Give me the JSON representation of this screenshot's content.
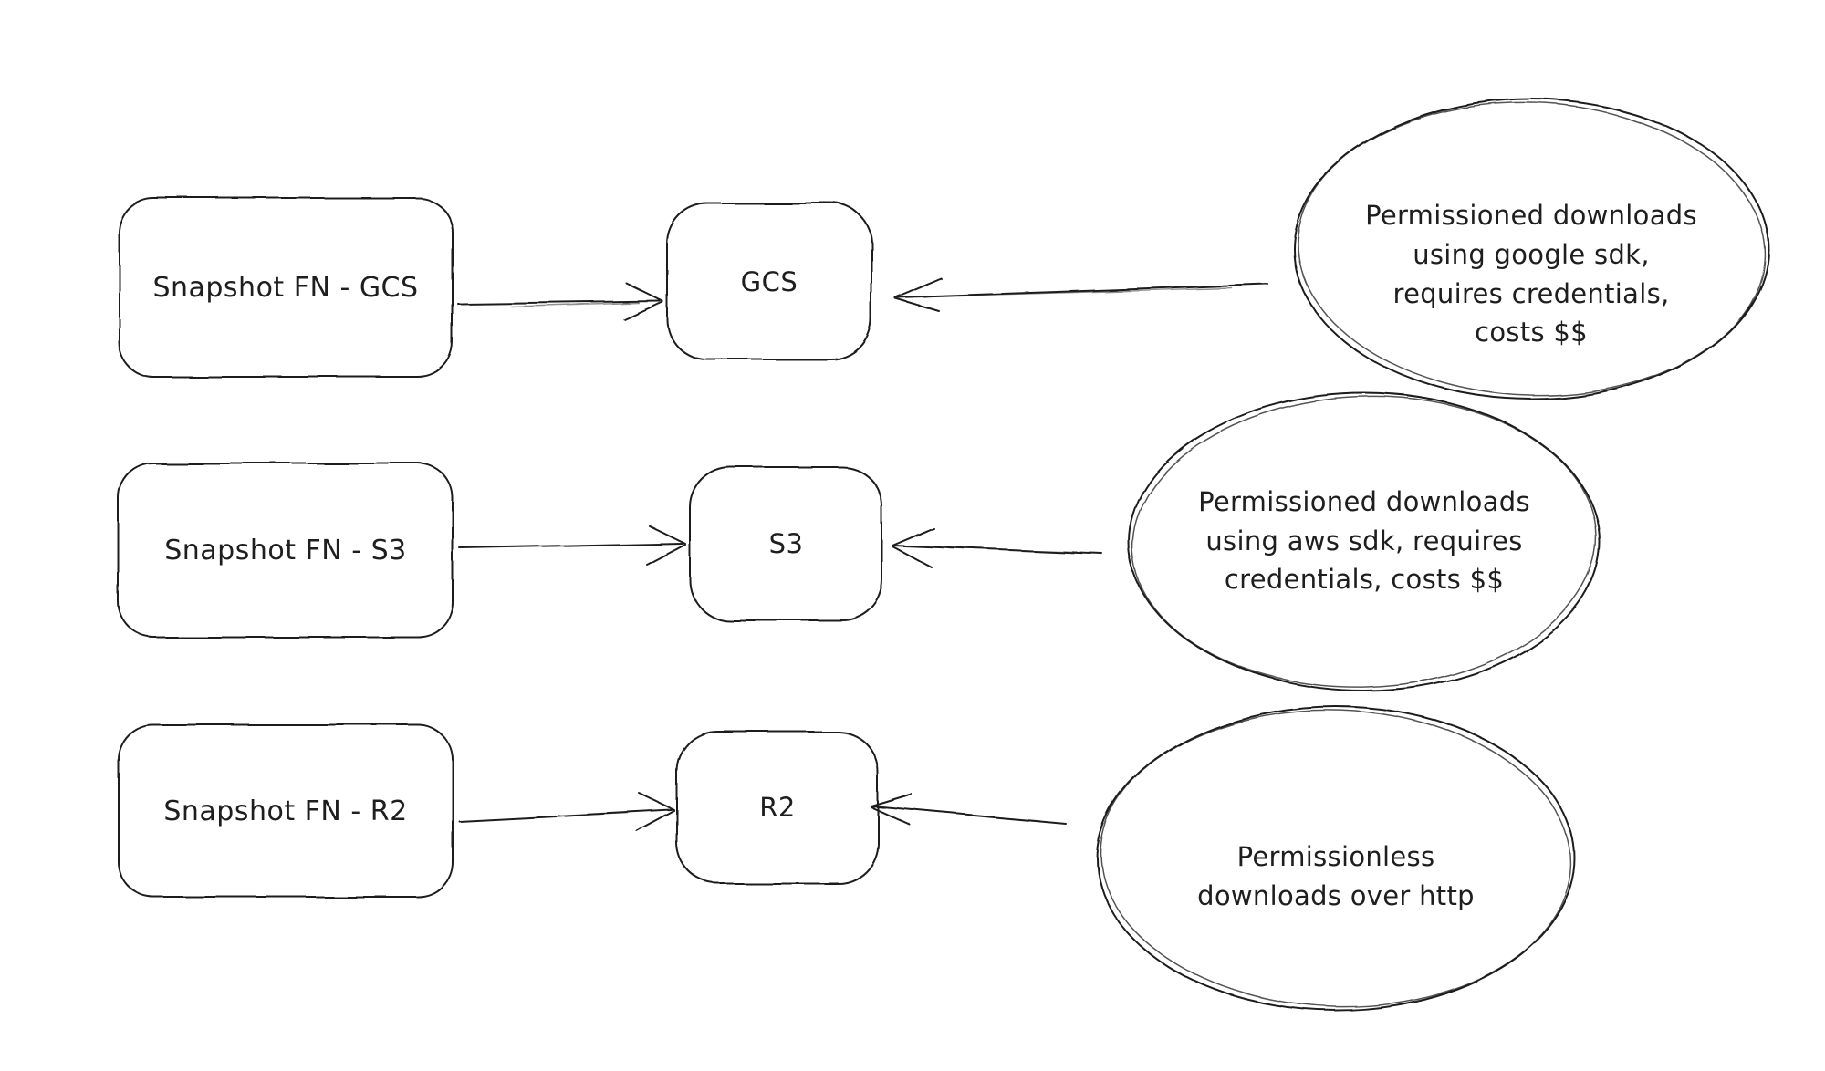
{
  "canvas": {
    "background": "#ffffff",
    "stroke_color": "#1e1e1e",
    "style": "hand-drawn"
  },
  "rows": [
    {
      "source": {
        "label": "Snapshot FN - GCS"
      },
      "target": {
        "label": "GCS"
      },
      "note": {
        "text": "Permissioned downloads\nusing google sdk,\nrequires credentials,\ncosts $$"
      },
      "edges": [
        {
          "from": "Snapshot FN - GCS",
          "to": "GCS"
        },
        {
          "from": "note",
          "to": "GCS"
        }
      ]
    },
    {
      "source": {
        "label": "Snapshot FN - S3"
      },
      "target": {
        "label": "S3"
      },
      "note": {
        "text": "Permissioned downloads\nusing aws sdk, requires\ncredentials, costs $$"
      },
      "edges": [
        {
          "from": "Snapshot FN - S3",
          "to": "S3"
        },
        {
          "from": "note",
          "to": "S3"
        }
      ]
    },
    {
      "source": {
        "label": "Snapshot FN - R2"
      },
      "target": {
        "label": "R2"
      },
      "note": {
        "text": "Permissionless\ndownloads over http"
      },
      "edges": [
        {
          "from": "Snapshot FN - R2",
          "to": "R2"
        },
        {
          "from": "note",
          "to": "R2"
        }
      ]
    }
  ]
}
